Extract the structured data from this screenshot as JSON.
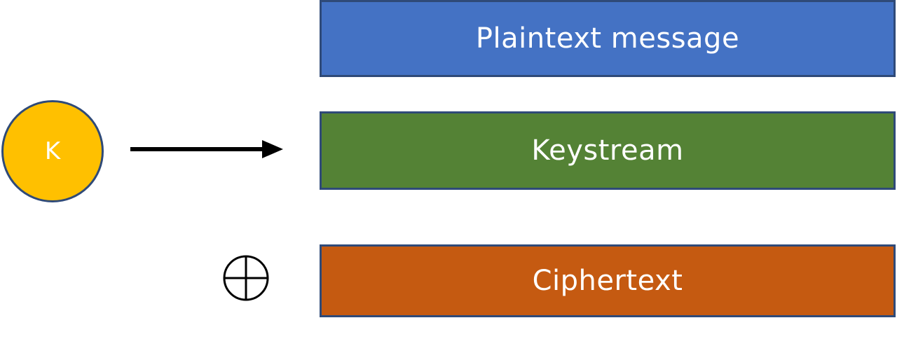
{
  "key": {
    "label": "K",
    "fill": "#ffc000",
    "icon": "key-circle"
  },
  "arrow": {
    "icon": "right-arrow-icon"
  },
  "operator": {
    "icon": "xor-circled-plus-icon"
  },
  "rows": {
    "plaintext": {
      "label": "Plaintext message",
      "fill": "#4472c4"
    },
    "keystream": {
      "label": "Keystream",
      "fill": "#548235"
    },
    "ciphertext": {
      "label": "Ciphertext",
      "fill": "#c55a11"
    }
  }
}
